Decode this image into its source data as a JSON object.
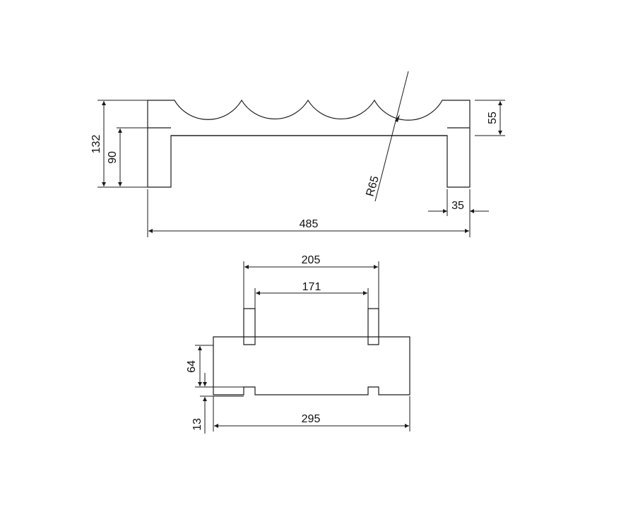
{
  "colors": {
    "line": "#1a1a1a",
    "text": "#111111",
    "background": "#ffffff"
  },
  "front_view": {
    "height_total": "132",
    "height_leg": "90",
    "groove_depth": "55",
    "groove_radius": "R65",
    "leg_width": "35",
    "overall_length": "485"
  },
  "top_view": {
    "outer_span": "205",
    "inner_span": "171",
    "depth": "64",
    "notch_offset": "13",
    "length": "295"
  }
}
